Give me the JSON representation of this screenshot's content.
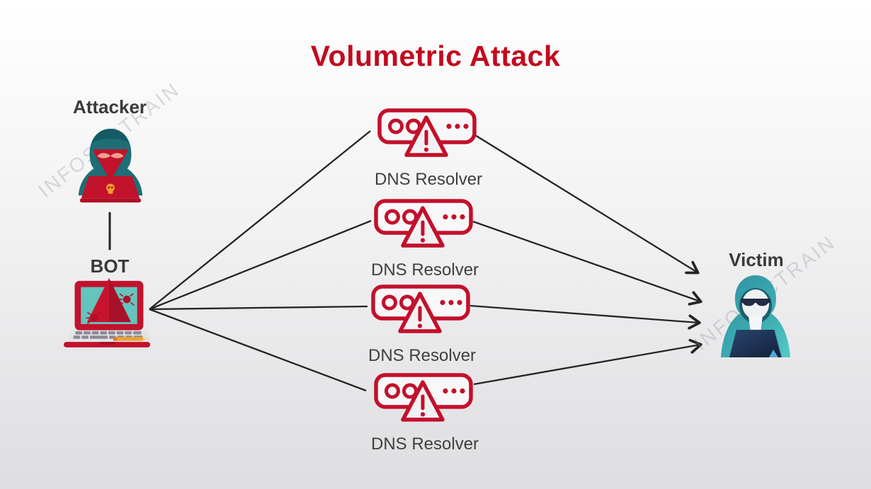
{
  "title": "Volumetric Attack",
  "watermark": {
    "text": "INFOSECTRAIN"
  },
  "nodes": {
    "attacker": {
      "label": "Attacker",
      "icon": "hooded-attacker-laptop-icon"
    },
    "bot": {
      "label": "BOT",
      "icon": "infected-laptop-bug-icon"
    },
    "victim": {
      "label": "Victim",
      "icon": "hooded-victim-laptop-icon"
    },
    "resolvers": [
      {
        "label": "DNS Resolver",
        "icon": "server-warning-icon"
      },
      {
        "label": "DNS Resolver",
        "icon": "server-warning-icon"
      },
      {
        "label": "DNS Resolver",
        "icon": "server-warning-icon"
      },
      {
        "label": "DNS Resolver",
        "icon": "server-warning-icon"
      }
    ]
  },
  "edges": [
    {
      "from": "attacker",
      "to": "bot",
      "arrow": false
    },
    {
      "from": "bot",
      "to": "dns-resolver-1",
      "arrow": false
    },
    {
      "from": "bot",
      "to": "dns-resolver-2",
      "arrow": false
    },
    {
      "from": "bot",
      "to": "dns-resolver-3",
      "arrow": false
    },
    {
      "from": "bot",
      "to": "dns-resolver-4",
      "arrow": false
    },
    {
      "from": "dns-resolver-1",
      "to": "victim",
      "arrow": true
    },
    {
      "from": "dns-resolver-2",
      "to": "victim",
      "arrow": true
    },
    {
      "from": "dns-resolver-3",
      "to": "victim",
      "arrow": true
    },
    {
      "from": "dns-resolver-4",
      "to": "victim",
      "arrow": true
    }
  ],
  "colors": {
    "accent_red": "#c3102c",
    "title_red": "#c20a1e",
    "label_dark": "#3a3a3a",
    "connector_dark": "#242424",
    "teal_dark": "#1d6e77",
    "teal_light": "#4fc4c6",
    "laptop_navy": "#22375f",
    "screen_teal": "#63c5bd",
    "skull_orange": "#f09d2e",
    "background_top": "#ffffff",
    "background_bottom": "#dedee0",
    "watermark_gray": "#8c9298"
  }
}
